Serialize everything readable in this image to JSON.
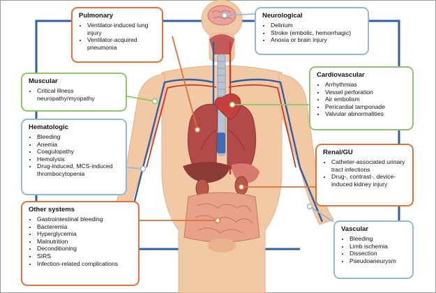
{
  "boxes": {
    "pulmonary": {
      "title": "Pulmonary",
      "items": [
        "Ventilator-induced lung injury",
        "Ventilator-acquired pneumonia"
      ]
    },
    "neurological": {
      "title": "Neurological",
      "items": [
        "Delirium",
        "Stroke (embolic, hemorrhagic)",
        "Anoxia or brain injury"
      ]
    },
    "muscular": {
      "title": "Muscular",
      "items": [
        "Critical illness neuropathy/myopathy"
      ]
    },
    "cardiovascular": {
      "title": "Cardiovascular",
      "items": [
        "Arrhythmias",
        "Vessel perforation",
        "Air embolism",
        "Pericardial tamponade",
        "Valvular abnormalities"
      ]
    },
    "hematologic": {
      "title": "Hematologic",
      "items": [
        "Bleeding",
        "Anemia",
        "Coagulopathy",
        "Hemolysis",
        "Drug-induced, MCS-induced thrombocytopenia"
      ]
    },
    "renal": {
      "title": "Renal/GU",
      "items": [
        "Catheter-associated urinary tract infections",
        "Drug-, contrast-, device-induced kidney injury"
      ]
    },
    "other": {
      "title": "Other systems",
      "items": [
        "Gastrointestinal bleeding",
        "Bacteremia",
        "Hyperglycemia",
        "Malnutrition",
        "Deconditioning",
        "SIRS",
        "Infection-related complications"
      ]
    },
    "vascular": {
      "title": "Vascular",
      "items": [
        "Bleeding",
        "Limb ischemia",
        "Dissection",
        "Pseudoaneurysm"
      ]
    }
  },
  "colors": {
    "orange": "#e0703a",
    "blue": "#92b8d6",
    "green": "#8cc56a",
    "skin": "#f2c9a5",
    "vessel_blue": "#2f5f9e",
    "vessel_red": "#c9382f",
    "organ": "#b24a4a"
  }
}
